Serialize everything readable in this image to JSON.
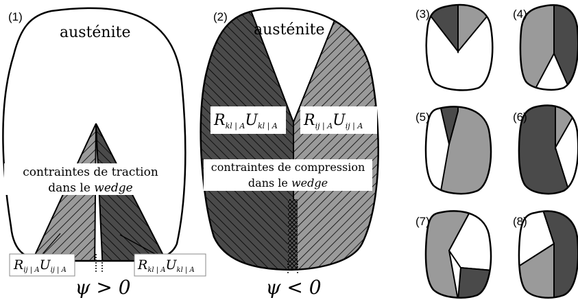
{
  "panels": {
    "p1": {
      "number": "(1)",
      "title": "austénite",
      "inner_lines": [
        "contraintes de traction",
        "dans le"
      ],
      "inner_italic": "wedge",
      "left_formula": {
        "r": "R",
        "r_sub": "ij | A",
        "u": "U",
        "u_sub": "ij | A"
      },
      "right_formula": {
        "r": "R",
        "r_sub": "kl | A",
        "u": "U",
        "u_sub": "kl | A"
      },
      "psi_label": "ψ > 0"
    },
    "p2": {
      "number": "(2)",
      "title": "austénite",
      "inner_lines": [
        "contraintes de compression",
        "dans le"
      ],
      "inner_italic": "wedge",
      "left_formula": {
        "r": "R",
        "r_sub": "kl | A",
        "u": "U",
        "u_sub": "kl | A"
      },
      "right_formula": {
        "r": "R",
        "r_sub": "ij | A",
        "u": "U",
        "u_sub": "ij | A"
      },
      "psi_label": "ψ < 0"
    },
    "small": [
      "(3)",
      "(4)",
      "(5)",
      "(6)",
      "(7)",
      "(8)"
    ]
  },
  "colors": {
    "dark": "#4a4a4a",
    "light": "#9a9a9a",
    "white": "#ffffff",
    "outline": "#000000"
  }
}
